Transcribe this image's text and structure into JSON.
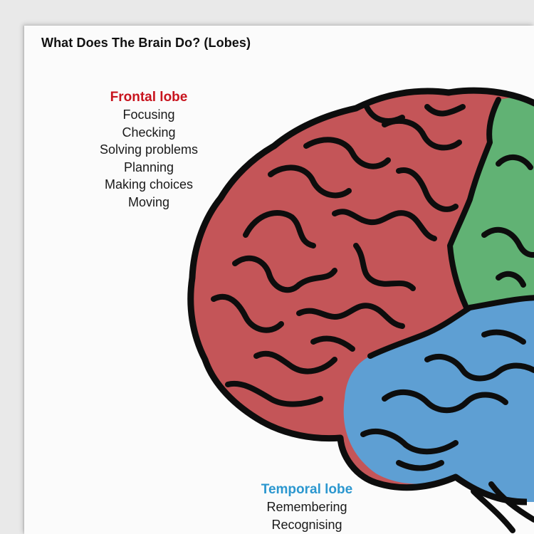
{
  "title": "What Does The Brain Do? (Lobes)",
  "colors": {
    "frontal": "#c45558",
    "parietal": "#61b274",
    "temporal": "#5e9fd3",
    "outline": "#0d0d0d",
    "frontal_heading": "#c8141e",
    "temporal_heading": "#2b97cf"
  },
  "lobes": {
    "frontal": {
      "heading": "Frontal lobe",
      "functions": [
        "Focusing",
        "Checking",
        "Solving problems",
        "Planning",
        "Making choices",
        "Moving"
      ]
    },
    "temporal": {
      "heading": "Temporal lobe",
      "functions": [
        "Remembering",
        "Recognising"
      ]
    }
  }
}
